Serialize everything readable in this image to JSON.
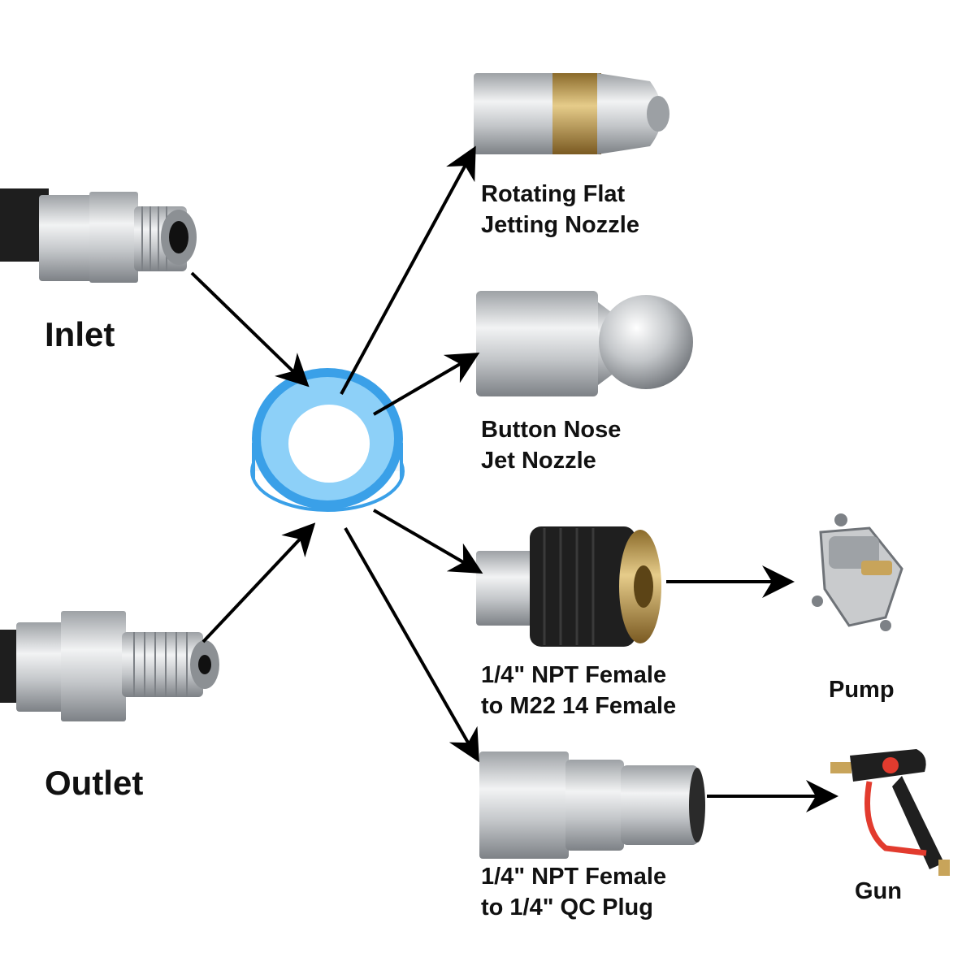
{
  "labels": {
    "inlet": "Inlet",
    "outlet": "Outlet",
    "rotating": [
      "Rotating Flat",
      "Jetting Nozzle"
    ],
    "button": [
      "Button Nose",
      "Jet Nozzle"
    ],
    "m22": [
      "1/4\" NPT Female",
      "to M22 14 Female"
    ],
    "qc": [
      "1/4\" NPT Female",
      "to 1/4\" QC Plug"
    ],
    "pump": "Pump",
    "gun": "Gun"
  },
  "colors": {
    "hose": "#1e1e1e",
    "steel": "#c9cbcd",
    "brass": "#c8a45a",
    "tape_blue": "#3aa0e8",
    "tape_white": "#f4f6f8",
    "arrow": "#000000",
    "gun_trigger": "#e23b2e"
  }
}
